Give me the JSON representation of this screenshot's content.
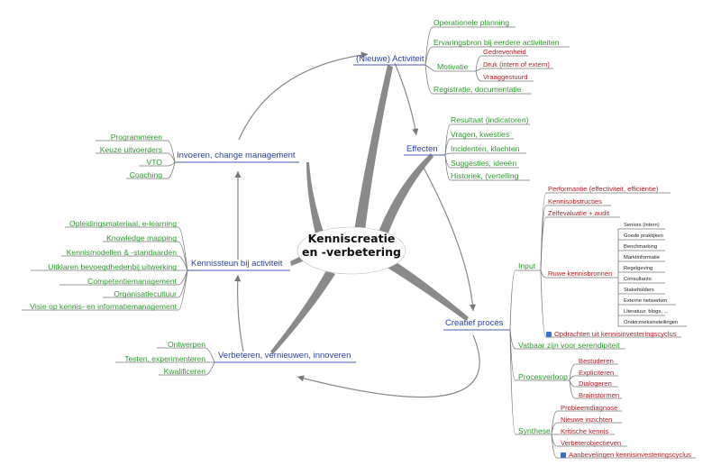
{
  "center": {
    "line1": "Kenniscreatie",
    "line2": "en -verbetering"
  },
  "branches": {
    "activiteit": {
      "label": "(Nieuwe) Activiteit",
      "items": [
        "Operationele planning",
        "Ervaringsbron bij eerdere activiteiten",
        "Motivatie",
        "Registratie, documentatie"
      ],
      "motivatie": [
        "Gedrevenheid",
        "Druk (intern of extern)",
        "Vraaggestuurd"
      ]
    },
    "effecten": {
      "label": "Effecten",
      "items": [
        "Resultaat (indicatoren)",
        "Vragen, kwesties",
        "Incidenten, klachten",
        "Suggesties, ideeën",
        "Historiek, (vertelling"
      ]
    },
    "creatief": {
      "label": "Creatief proces",
      "input": {
        "label": "Input",
        "items": [
          "Performantie (effectiviteit, efficiëntie)",
          "Kennisobstructies",
          "Zelfevaluatie + audit",
          "Ruwe kennisbronnen"
        ],
        "bronnen": [
          "Seniors (intern)",
          "Goede praktijken",
          "Benchmarking",
          "Marktinformatie",
          "Regelgeving",
          "Consultants",
          "Stakeholders",
          "Externe netwerken",
          "Literatuur, blogs, ...",
          "Onderzoeksinstellingen"
        ],
        "opdrachten": "Opdrachten uit kennisinvesteringscyclus"
      },
      "vatbaar": "Vatbaar zijn voor serendipiteit",
      "procesverloop": {
        "label": "Procesverloop",
        "items": [
          "Bestuderen",
          "Expliciteren",
          "Dialogeren",
          "Brainstormen"
        ]
      },
      "synthese": {
        "label": "Synthese",
        "items": [
          "Probleemdiagnose",
          "Nieuwe inzichten",
          "Kritische kennis",
          "Verbeterobjectieven",
          "Aanbevelingen kennisinvesteringscyclus"
        ]
      }
    },
    "invoeren": {
      "label": "Invoeren, change management",
      "items": [
        "Programmeren",
        "Keuze uitvoerders",
        "VTO",
        "Coaching"
      ]
    },
    "kennissteun": {
      "label": "Kennissteun bij activiteit",
      "items": [
        "Opleidingsmateriaal, e-learning",
        "Knowledge mapping",
        "Kennismodellen & -standaarden",
        "Uitklaren bevoegdhedenbij uitwerking",
        "Competentiemanagement",
        "Organisatiecultuur",
        "Visie op kennis- en informatiemanagement"
      ]
    },
    "verbeteren": {
      "label": "Verbeteren, vernieuwen, innoveren",
      "items": [
        "Ontwerpen",
        "Testen, experimenteren",
        "Kwalificeren"
      ]
    }
  }
}
